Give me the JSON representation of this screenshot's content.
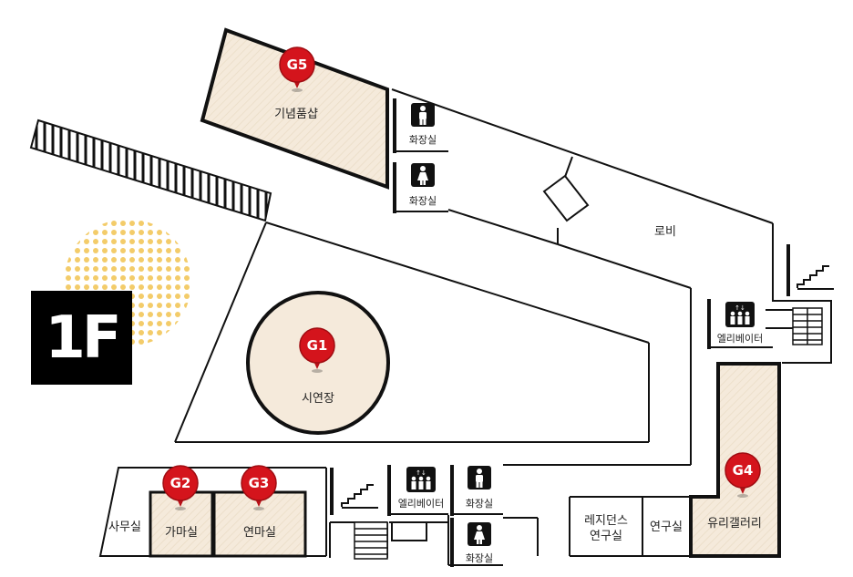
{
  "floor": {
    "label": "1F"
  },
  "galleries": {
    "g1": {
      "pin": "G1",
      "name": "시연장"
    },
    "g2": {
      "pin": "G2",
      "name": "가마실"
    },
    "g3": {
      "pin": "G3",
      "name": "연마실"
    },
    "g4": {
      "pin": "G4",
      "name": "유리갤러리"
    },
    "g5": {
      "pin": "G5",
      "name": "기념품샵"
    }
  },
  "rooms": {
    "lobby": "로비",
    "office": "사무실",
    "residency_line1": "레지던스",
    "residency_line2": "연구실",
    "research": "연구실"
  },
  "facilities": {
    "restroom_male_top": "화장실",
    "restroom_female_top": "화장실",
    "restroom_male_bottom": "화장실",
    "restroom_female_bottom": "화장실",
    "elevator_right": "엘리베이터",
    "elevator_bottom": "엘리베이터"
  },
  "colors": {
    "room_fill": "#f5eadb",
    "pin_red": "#d4141c",
    "wall": "#111111",
    "dot_accent": "#f3cc6a"
  },
  "icons": [
    "male-restroom-icon",
    "female-restroom-icon",
    "elevator-icon",
    "stairs-icon",
    "map-pin-icon"
  ]
}
